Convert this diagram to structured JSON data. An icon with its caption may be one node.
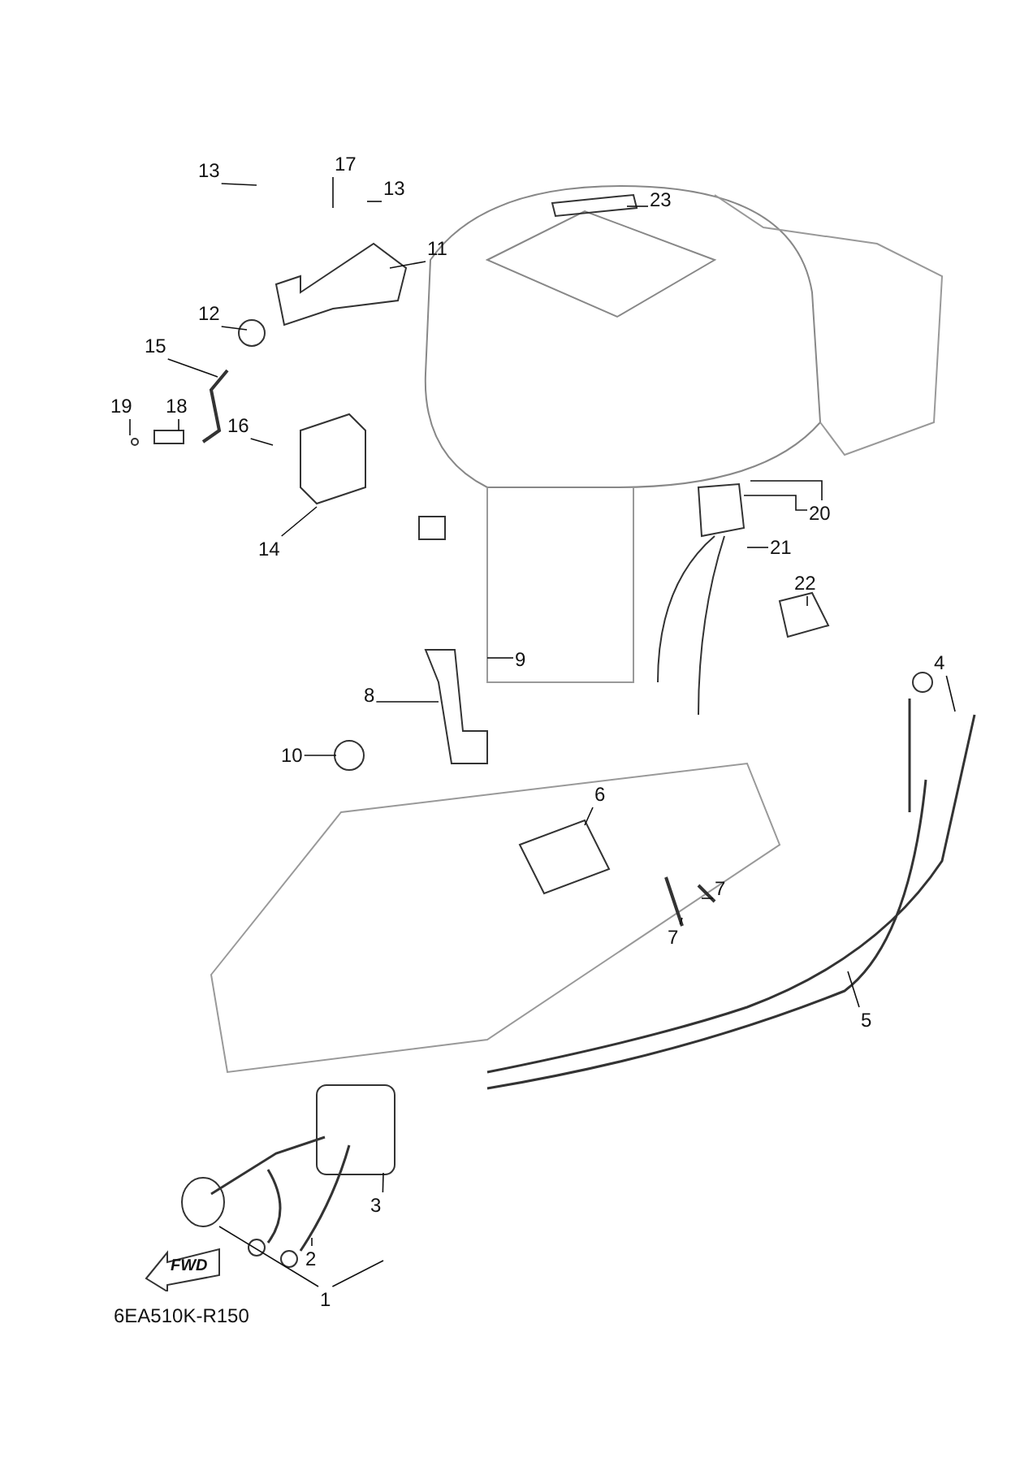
{
  "diagram": {
    "nodes": [
      {
        "text": [
          "13"
        ]
      },
      {
        "text": [
          "17"
        ]
      },
      {
        "text": [
          "13"
        ]
      },
      {
        "text": [
          "23"
        ]
      },
      {
        "text": [
          "11"
        ]
      },
      {
        "text": [
          "12"
        ]
      },
      {
        "text": [
          "15"
        ]
      },
      {
        "text": [
          "16"
        ]
      },
      {
        "text": [
          "19"
        ]
      },
      {
        "text": [
          "18"
        ]
      },
      {
        "text": [
          "20"
        ]
      },
      {
        "text": [
          "21"
        ]
      },
      {
        "text": [
          "14"
        ]
      },
      {
        "text": [
          "22"
        ]
      },
      {
        "text": [
          "9"
        ]
      },
      {
        "text": [
          "8"
        ]
      },
      {
        "text": [
          "10"
        ]
      },
      {
        "text": [
          "6"
        ]
      },
      {
        "text": [
          "4"
        ]
      },
      {
        "text": [
          "7"
        ]
      },
      {
        "text": [
          "7"
        ]
      },
      {
        "text": [
          "5"
        ]
      },
      {
        "text": [
          "FWD"
        ]
      },
      {
        "text": [
          "3"
        ]
      },
      {
        "text": [
          "2"
        ]
      },
      {
        "text": [
          "1"
        ]
      }
    ],
    "edges": [
      {
        "from": 0,
        "to": null,
        "arrow": "none"
      },
      {
        "from": 1,
        "to": null,
        "arrow": "none"
      },
      {
        "from": 2,
        "to": null,
        "arrow": "none"
      },
      {
        "from": 3,
        "to": null,
        "arrow": "none"
      },
      {
        "from": 4,
        "to": null,
        "arrow": "none"
      },
      {
        "from": 5,
        "to": null,
        "arrow": "none"
      },
      {
        "from": 6,
        "to": null,
        "arrow": "none"
      },
      {
        "from": 7,
        "to": null,
        "arrow": "none"
      },
      {
        "from": 8,
        "to": null,
        "arrow": "none"
      },
      {
        "from": 9,
        "to": null,
        "arrow": "none"
      },
      {
        "from": 10,
        "to": null,
        "arrow": "none"
      },
      {
        "from": 10,
        "to": null,
        "arrow": "none"
      },
      {
        "from": 11,
        "to": null,
        "arrow": "none"
      },
      {
        "from": 12,
        "to": null,
        "arrow": "none"
      },
      {
        "from": 13,
        "to": null,
        "arrow": "none"
      },
      {
        "from": 14,
        "to": null,
        "arrow": "none"
      },
      {
        "from": 15,
        "to": null,
        "arrow": "none"
      },
      {
        "from": 16,
        "to": null,
        "arrow": "none"
      },
      {
        "from": 17,
        "to": null,
        "arrow": "none"
      },
      {
        "from": 18,
        "to": null,
        "arrow": "none"
      },
      {
        "from": 19,
        "to": null,
        "arrow": "none"
      },
      {
        "from": 20,
        "to": null,
        "arrow": "none"
      },
      {
        "from": 21,
        "to": null,
        "arrow": "none"
      },
      {
        "from": 23,
        "to": null,
        "arrow": "none"
      },
      {
        "from": 24,
        "to": null,
        "arrow": "none"
      },
      {
        "from": 25,
        "to": null,
        "arrow": "none"
      },
      {
        "from": 25,
        "to": null,
        "arrow": "none"
      }
    ],
    "labels": [
      "6EA510K-R150"
    ]
  }
}
